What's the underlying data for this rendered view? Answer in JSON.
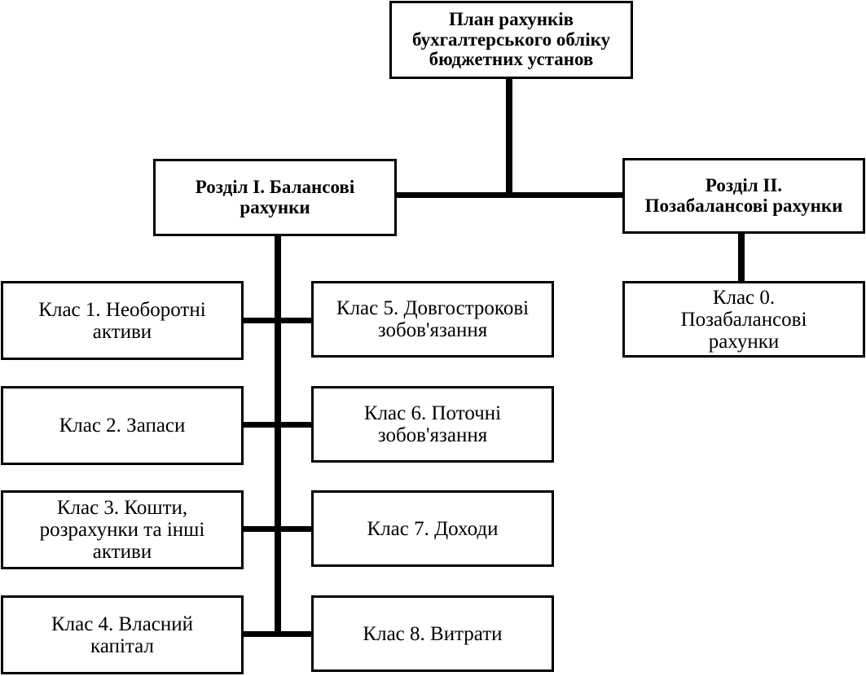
{
  "diagram": {
    "root": {
      "label": "План рахунків\nбухгалтерського обліку\nбюджетних установ"
    },
    "section_1": {
      "label": "Розділ І. Балансові\nрахунки",
      "classes_left": [
        "Клас 1. Необоротні\nактиви",
        "Клас 2. Запаси",
        "Клас 3. Кошти,\nрозрахунки та інші\nактиви",
        "Клас 4. Власний\nкапітал"
      ],
      "classes_right": [
        "Клас 5. Довгострокові\nзобов'язання",
        "Клас 6. Поточні\nзобов'язання",
        "Клас 7. Доходи",
        "Клас 8. Витрати"
      ]
    },
    "section_2": {
      "label": "Розділ ІІ.\nПозабалансові рахунки",
      "classes": [
        "Клас 0.\nПозабалансові\nрахунки"
      ]
    }
  }
}
